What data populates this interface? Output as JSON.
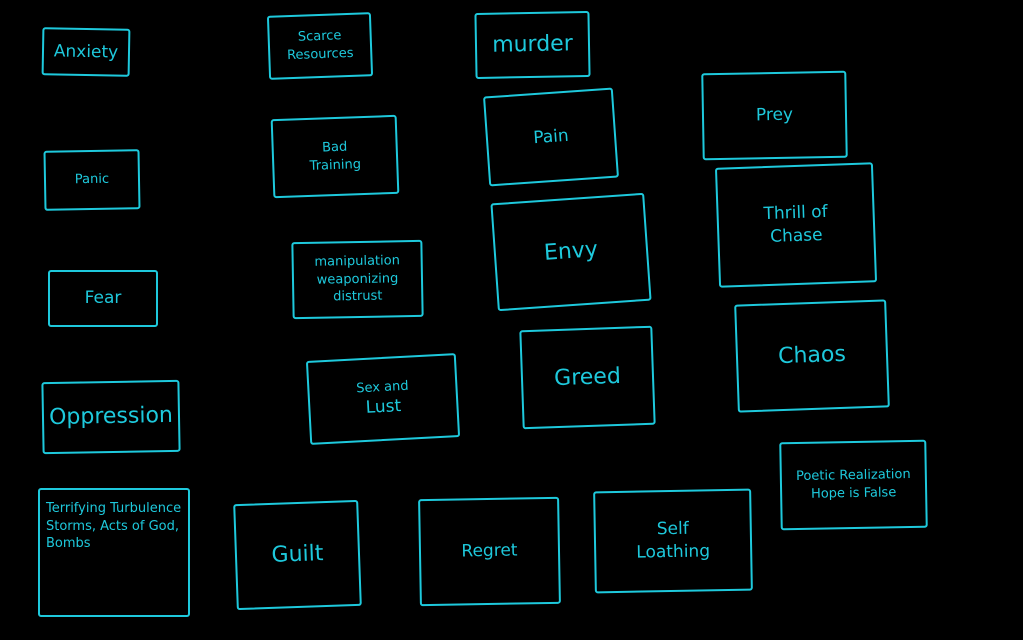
{
  "boxes": {
    "anxiety": [
      "Anxiety"
    ],
    "panic": [
      "Panic"
    ],
    "fear": [
      "Fear"
    ],
    "oppression": [
      "Oppression"
    ],
    "terrifying": [
      "Terrifying Turbulence",
      "Storms, Acts of God,",
      "Bombs"
    ],
    "scarce": [
      "Scarce",
      "Resources"
    ],
    "bad_training": [
      "Bad",
      "Training"
    ],
    "manipulation": [
      "manipulation",
      "weaponizing",
      "distrust"
    ],
    "sex_lust": [
      "Sex and",
      "Lust"
    ],
    "guilt": [
      "Guilt"
    ],
    "murder": [
      "murder"
    ],
    "pain": [
      "Pain"
    ],
    "envy": [
      "Envy"
    ],
    "greed": [
      "Greed"
    ],
    "regret": [
      "Regret"
    ],
    "self_loathing": [
      "Self",
      "Loathing"
    ],
    "prey": [
      "Prey"
    ],
    "thrill": [
      "Thrill of",
      "Chase"
    ],
    "chaos": [
      "Chaos"
    ],
    "poetic": [
      "Poetic Realization",
      "Hope is False"
    ]
  },
  "colors": {
    "stroke": "#1ec9dc",
    "background": "#000000"
  }
}
